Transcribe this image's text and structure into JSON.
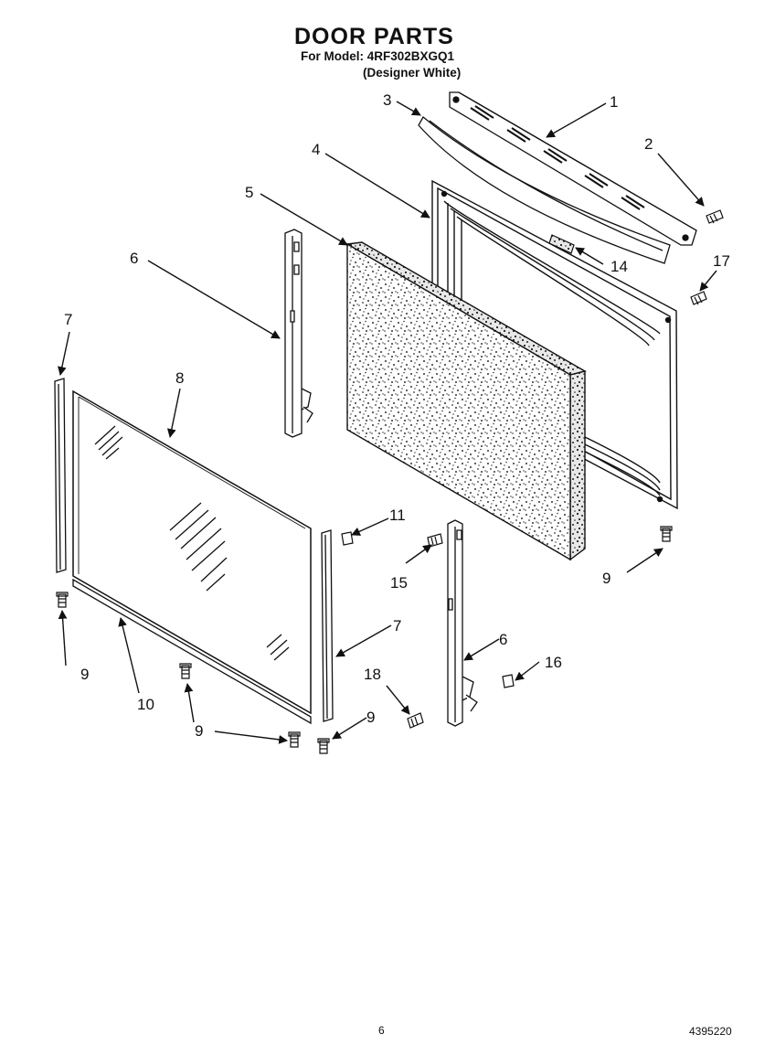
{
  "header": {
    "title": "DOOR PARTS",
    "model_line": "For Model: 4RF302BXGQ1",
    "color_line": "(Designer White)"
  },
  "callouts": {
    "c1": "1",
    "c2": "2",
    "c3": "3",
    "c4": "4",
    "c5": "5",
    "c6": "6",
    "c7": "7",
    "c8": "8",
    "c9": "9",
    "c10": "10",
    "c11": "11",
    "c14": "14",
    "c15": "15",
    "c16": "16",
    "c17": "17",
    "c18": "18"
  },
  "footer": {
    "page_number": "6",
    "doc_number": "4395220"
  }
}
